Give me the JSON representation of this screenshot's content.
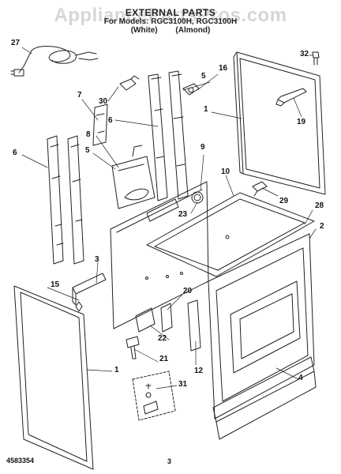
{
  "header": {
    "title": "EXTERNAL PARTS",
    "models": "For Models: RGC3100H, RGC3100H",
    "color_white": "(White)",
    "color_almond": "(Almond)",
    "watermark": "AppliancePartsPros.com"
  },
  "callouts": [
    "27",
    "32",
    "16",
    "5",
    "7",
    "30",
    "1",
    "6",
    "8",
    "19",
    "5",
    "6",
    "9",
    "10",
    "29",
    "23",
    "28",
    "2",
    "3",
    "15",
    "20",
    "1",
    "22",
    "21",
    "12",
    "4",
    "31"
  ],
  "footer": {
    "left_code": "4583354",
    "page_number": "3"
  }
}
